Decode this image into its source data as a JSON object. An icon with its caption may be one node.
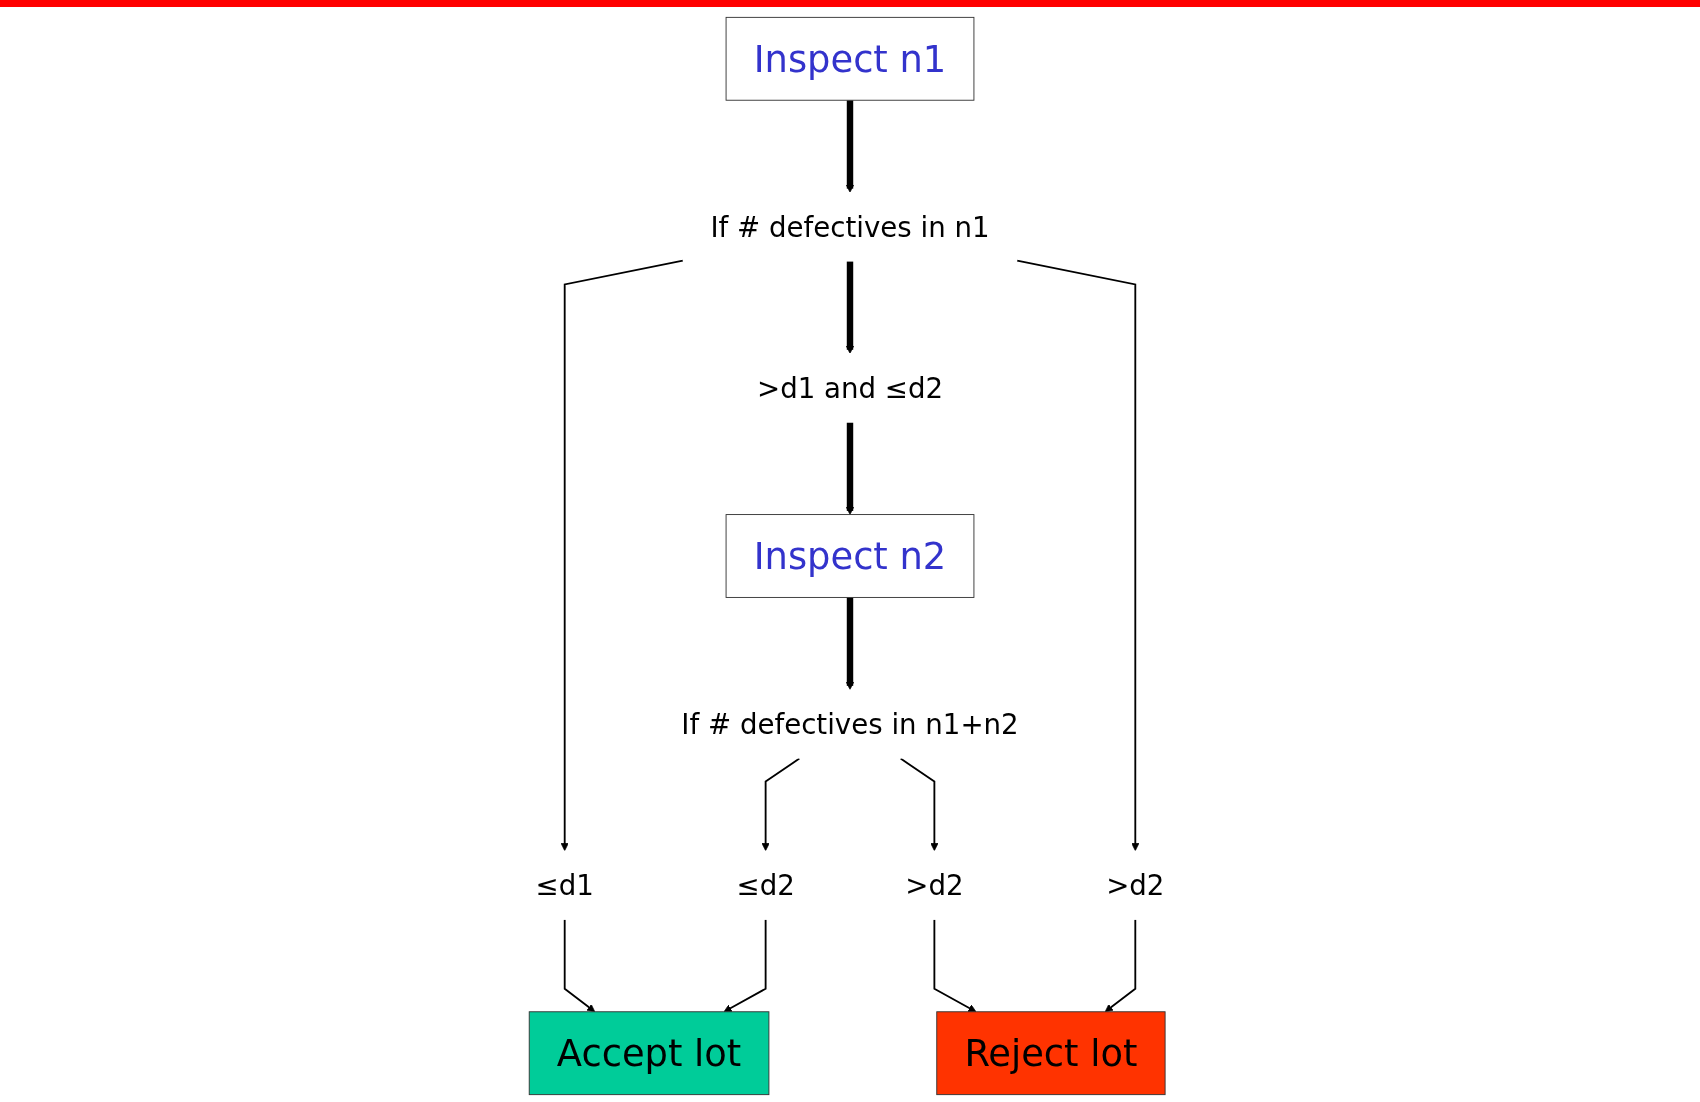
{
  "diagram": {
    "nodes": [
      {
        "text": [
          "Inspect n1"
        ]
      },
      {
        "text": [
          "If # defectives in n1"
        ]
      },
      {
        "text": [
          "≤d1"
        ]
      },
      {
        "text": [
          ">d1 and ≤d2"
        ]
      },
      {
        "text": [
          ">d2"
        ]
      },
      {
        "text": [
          "Inspect n2"
        ]
      },
      {
        "text": [
          "If # defectives in n1+n2"
        ]
      },
      {
        "text": [
          "≤d2"
        ]
      },
      {
        "text": [
          ">d2"
        ]
      },
      {
        "text": [
          "Accept lot"
        ]
      },
      {
        "text": [
          "Reject lot"
        ]
      }
    ],
    "edges": [
      {
        "from": 0,
        "to": 1,
        "arrow": "to",
        "style": "thick"
      },
      {
        "from": 1,
        "to": 2,
        "arrow": "to"
      },
      {
        "from": 1,
        "to": 3,
        "arrow": "to",
        "style": "thick"
      },
      {
        "from": 1,
        "to": 4,
        "arrow": "to"
      },
      {
        "from": 3,
        "to": 5,
        "arrow": "to",
        "style": "thick"
      },
      {
        "from": 5,
        "to": 6,
        "arrow": "to",
        "style": "thick"
      },
      {
        "from": 6,
        "to": 7,
        "arrow": "to"
      },
      {
        "from": 6,
        "to": 8,
        "arrow": "to"
      },
      {
        "from": 2,
        "to": 9,
        "arrow": "to"
      },
      {
        "from": 7,
        "to": 9,
        "arrow": "to"
      },
      {
        "from": 8,
        "to": 10,
        "arrow": "to"
      },
      {
        "from": 4,
        "to": 10,
        "arrow": "to"
      }
    ]
  }
}
